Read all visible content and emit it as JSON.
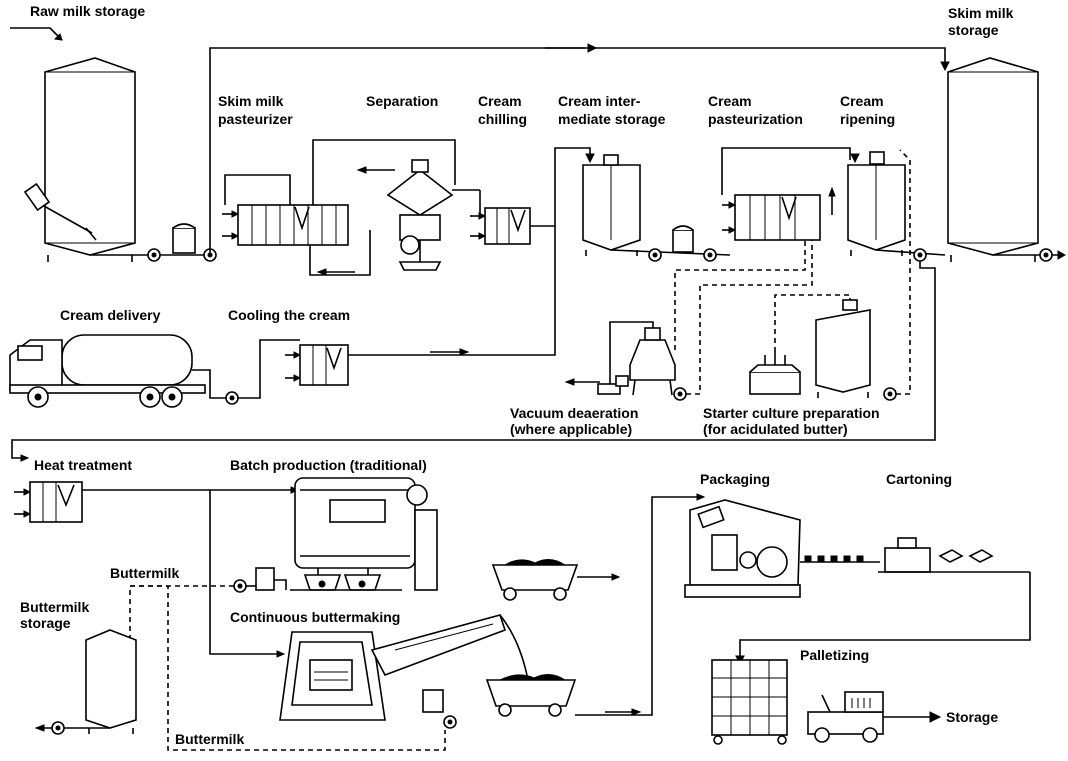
{
  "labels": {
    "raw_milk_storage": "Raw milk storage",
    "skim_milk_storage_1": "Skim milk",
    "skim_milk_storage_2": "storage",
    "skim_pasteurizer_1": "Skim milk",
    "skim_pasteurizer_2": "pasteurizer",
    "separation": "Separation",
    "cream_chilling_1": "Cream",
    "cream_chilling_2": "chilling",
    "cream_intermediate_1": "Cream inter-",
    "cream_intermediate_2": "mediate storage",
    "cream_pasteurization_1": "Cream",
    "cream_pasteurization_2": "pasteurization",
    "cream_ripening_1": "Cream",
    "cream_ripening_2": "ripening",
    "cream_delivery": "Cream delivery",
    "cooling_cream": "Cooling the cream",
    "vacuum_deaeration_1": "Vacuum deaeration",
    "vacuum_deaeration_2": "(where applicable)",
    "starter_culture_1": "Starter culture preparation",
    "starter_culture_2": "(for acidulated butter)",
    "heat_treatment": "Heat treatment",
    "batch_production": "Batch production (traditional)",
    "buttermilk_1": "Buttermilk",
    "buttermilk_storage_1": "Buttermilk",
    "buttermilk_storage_2": "storage",
    "continuous_buttermaking": "Continuous buttermaking",
    "buttermilk_2": "Buttermilk",
    "packaging": "Packaging",
    "cartoning": "Cartoning",
    "palletizing": "Palletizing",
    "storage": "Storage"
  },
  "icons": [
    "tank-icon",
    "pump-icon",
    "heat-exchanger-icon",
    "separator-icon",
    "truck-icon",
    "churn-icon",
    "cart-icon",
    "packaging-machine-icon",
    "pallet-icon",
    "tractor-icon"
  ]
}
